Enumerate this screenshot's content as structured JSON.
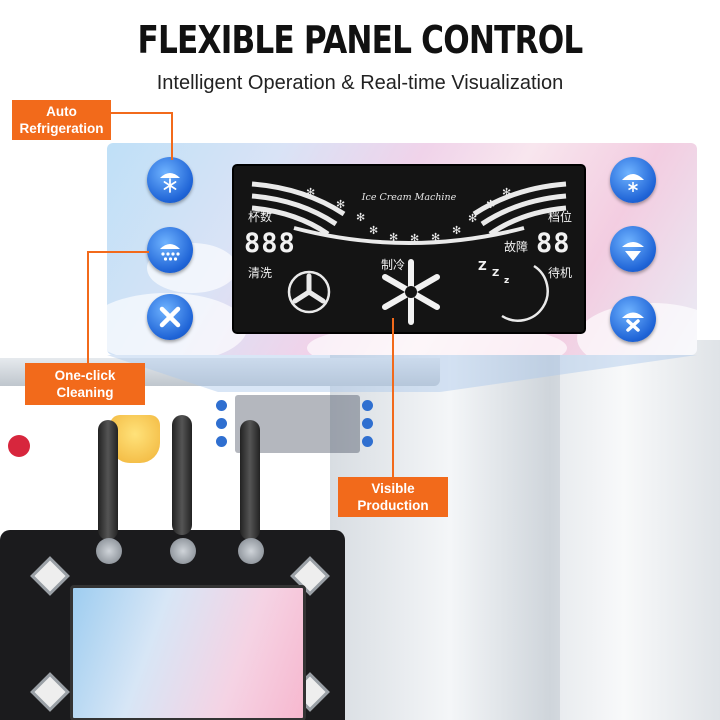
{
  "header": {
    "title": "FLEXIBLE PANEL CONTROL",
    "subtitle": "Intelligent Operation & Real-time Visualization"
  },
  "display": {
    "machine_name": "Ice Cream Machine",
    "label_cups": "杯数",
    "label_gear": "档位",
    "label_clean": "清洗",
    "label_cooling": "制冷",
    "label_fault": "故障",
    "label_standby": "待机",
    "cups_readout": "888",
    "gear_readout": "88",
    "sleep_letters": [
      "Z",
      "Z",
      "z"
    ]
  },
  "callouts": {
    "auto_refrigeration": "Auto Refrigeration",
    "one_click_cleaning": "One-click Cleaning",
    "visible_production": "Visible Production"
  },
  "icons": {
    "left_buttons": [
      "snowflake-icon",
      "frost-icon",
      "cross-clean-icon"
    ],
    "right_buttons": [
      "snow-cloud-icon",
      "frost-flake-icon",
      "cloud-cross-icon"
    ]
  },
  "colors": {
    "accent_orange": "#f26a1b",
    "button_blue": "#1e63d6",
    "display_bg": "#141414"
  }
}
